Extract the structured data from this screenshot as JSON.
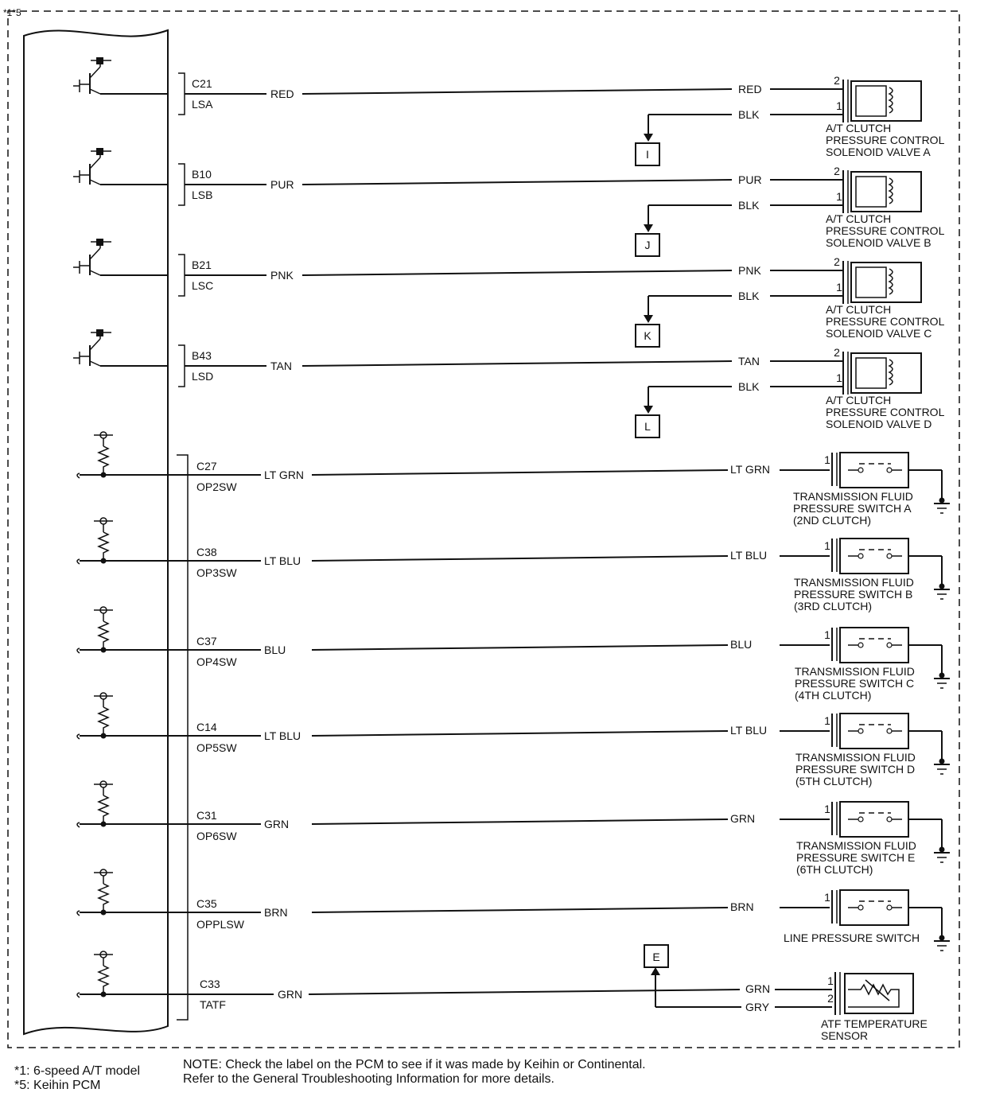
{
  "corner_marker": "*1*5",
  "solenoids": [
    {
      "pin": "C21",
      "signal": "LSA",
      "wire": "RED",
      "ground_wire": "BLK",
      "ground_tag": "I",
      "component": [
        "A/T CLUTCH",
        "PRESSURE CONTROL",
        "SOLENOID VALVE A"
      ]
    },
    {
      "pin": "B10",
      "signal": "LSB",
      "wire": "PUR",
      "ground_wire": "BLK",
      "ground_tag": "J",
      "component": [
        "A/T CLUTCH",
        "PRESSURE CONTROL",
        "SOLENOID VALVE B"
      ]
    },
    {
      "pin": "B21",
      "signal": "LSC",
      "wire": "PNK",
      "ground_wire": "BLK",
      "ground_tag": "K",
      "component": [
        "A/T CLUTCH",
        "PRESSURE CONTROL",
        "SOLENOID VALVE C"
      ]
    },
    {
      "pin": "B43",
      "signal": "LSD",
      "wire": "TAN",
      "ground_wire": "BLK",
      "ground_tag": "L",
      "component": [
        "A/T CLUTCH",
        "PRESSURE CONTROL",
        "SOLENOID VALVE D"
      ]
    }
  ],
  "solenoid_pins": {
    "plus": "2",
    "minus": "1"
  },
  "switches": [
    {
      "pin": "C27",
      "signal": "OP2SW",
      "wire": "LT GRN",
      "component": [
        "TRANSMISSION FLUID",
        "PRESSURE SWITCH A",
        "(2ND CLUTCH)"
      ]
    },
    {
      "pin": "C38",
      "signal": "OP3SW",
      "wire": "LT BLU",
      "component": [
        "TRANSMISSION FLUID",
        "PRESSURE SWITCH B",
        "(3RD CLUTCH)"
      ]
    },
    {
      "pin": "C37",
      "signal": "OP4SW",
      "wire": "BLU",
      "component": [
        "TRANSMISSION FLUID",
        "PRESSURE SWITCH C",
        "(4TH CLUTCH)"
      ]
    },
    {
      "pin": "C14",
      "signal": "OP5SW",
      "wire": "LT BLU",
      "component": [
        "TRANSMISSION FLUID",
        "PRESSURE SWITCH D",
        "(5TH CLUTCH)"
      ]
    },
    {
      "pin": "C31",
      "signal": "OP6SW",
      "wire": "GRN",
      "component": [
        "TRANSMISSION FLUID",
        "PRESSURE SWITCH E",
        "(6TH CLUTCH)"
      ]
    },
    {
      "pin": "C35",
      "signal": "OPPLSW",
      "wire": "BRN",
      "component": [
        "LINE PRESSURE SWITCH"
      ]
    }
  ],
  "switch_pin": "1",
  "sensor": {
    "pin": "C33",
    "signal": "TATF",
    "wire": "GRN",
    "wire_out": "GRN",
    "return_wire": "GRY",
    "tag": "E",
    "pin1": "1",
    "pin2": "2",
    "component": [
      "ATF TEMPERATURE",
      "SENSOR"
    ]
  },
  "footnotes": [
    "*1: 6-speed A/T model",
    "*5: Keihin PCM"
  ],
  "note": [
    "NOTE: Check the label on the PCM to see if it was made by Keihin or Continental.",
    "Refer to the General Troubleshooting Information for more details."
  ]
}
